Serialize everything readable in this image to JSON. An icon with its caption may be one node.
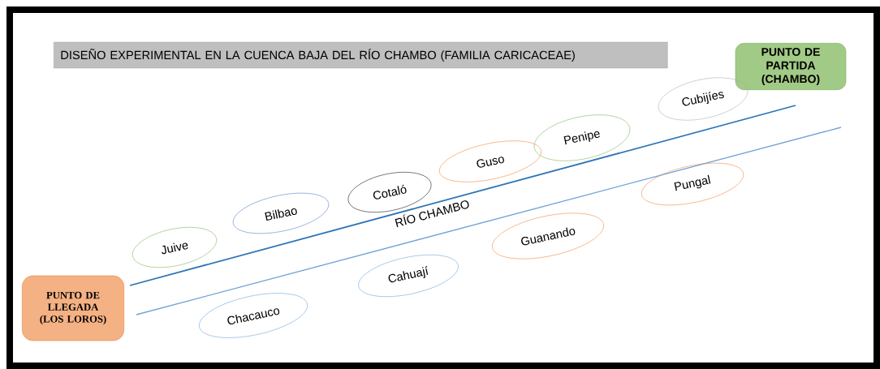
{
  "diagram": {
    "title": "DISEÑO EXPERIMENTAL EN LA CUENCA BAJA DEL RÍO CHAMBO (FAMILIA CARICACEAE)",
    "nodes": [
      {
        "text": [
          "PUNTO DE PARTIDA (CHAMBO)"
        ]
      },
      {
        "text": [
          "Cubijíes"
        ]
      },
      {
        "text": [
          "Penipe"
        ]
      },
      {
        "text": [
          "Guso"
        ]
      },
      {
        "text": [
          "Pungal"
        ]
      },
      {
        "text": [
          "Cotaló"
        ]
      },
      {
        "text": [
          "Bilbao"
        ]
      },
      {
        "text": [
          "Guanando"
        ]
      },
      {
        "text": [
          "Juive"
        ]
      },
      {
        "text": [
          "Cahuají"
        ]
      },
      {
        "text": [
          "PUNTO DE LLEGADA (LOS LOROS)"
        ]
      },
      {
        "text": [
          "Chacauco"
        ]
      }
    ],
    "labels": [
      "RÍO CHAMBO"
    ]
  }
}
